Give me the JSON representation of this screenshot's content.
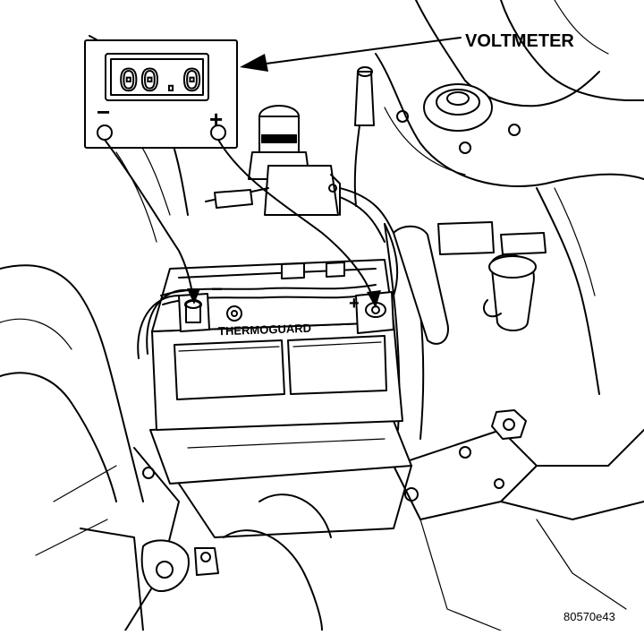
{
  "labels": {
    "voltmeter": "VOLTMETER",
    "battery_brand": "THERMOGUARD",
    "figure_id": "80570e43"
  },
  "voltmeter": {
    "display": "00.0",
    "negative_symbol": "−",
    "positive_symbol": "+"
  },
  "battery": {
    "negative_symbol": "−",
    "positive_symbol": "+"
  }
}
